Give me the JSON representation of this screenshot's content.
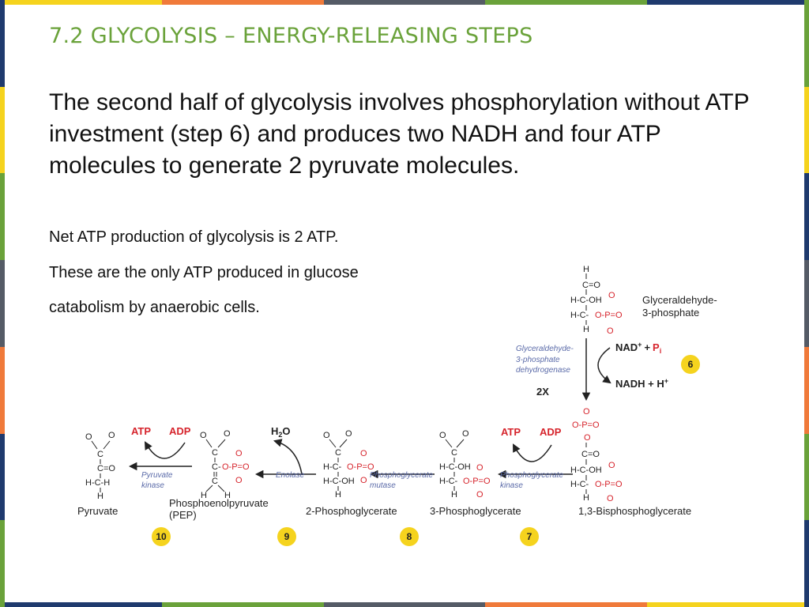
{
  "slide": {
    "title": "7.2 GLYCOLYSIS – ENERGY-RELEASING STEPS",
    "intro": "The second half of glycolysis involves phosphorylation without ATP investment (step 6) and produces two NADH and four ATP molecules to generate 2 pyruvate molecules.",
    "note1": "Net ATP production of glycolysis is 2 ATP.",
    "note2": "These are the only ATP produced in glucose",
    "note3": "catabolism by anaerobic cells.",
    "colors": {
      "title": "#6aa23a",
      "phosphate": "#d6242c",
      "enzyme": "#5a6aa8",
      "step_badge": "#f5d31e"
    }
  },
  "diagram": {
    "molecules": {
      "g3p": [
        "Glyceraldehyde-",
        "3-phosphate"
      ],
      "bpg": "1,3-Bisphosphoglycerate",
      "pg3": "3-Phosphoglycerate",
      "pg2": "2-Phosphoglycerate",
      "pep": [
        "Phosphoenolpyruvate",
        "(PEP)"
      ],
      "pyruvate": "Pyruvate"
    },
    "enzymes": {
      "e6": [
        "Glyceraldehyde-",
        "3-phosphate",
        "dehydrogenase"
      ],
      "e7": [
        "Phosphoglycerate",
        "kinase"
      ],
      "e8": [
        "Phosphoglycerate",
        "mutase"
      ],
      "e9": "Enolase",
      "e10": [
        "Pyruvate",
        "kinase"
      ]
    },
    "cofactors": {
      "nad_base": "NAD",
      "nad_sup": "+",
      "plus": "+",
      "pi_base": "P",
      "pi_sub": "i",
      "nadh_base": "NADH + H",
      "nadh_sup": "+",
      "multiplier": "2X",
      "atp7": "ATP",
      "adp7": "ADP",
      "h2o_base": "H",
      "h2o_sub": "2",
      "h2o_o": "O",
      "atp10": "ATP",
      "adp10": "ADP"
    },
    "steps": [
      "6",
      "7",
      "8",
      "9",
      "10"
    ]
  }
}
